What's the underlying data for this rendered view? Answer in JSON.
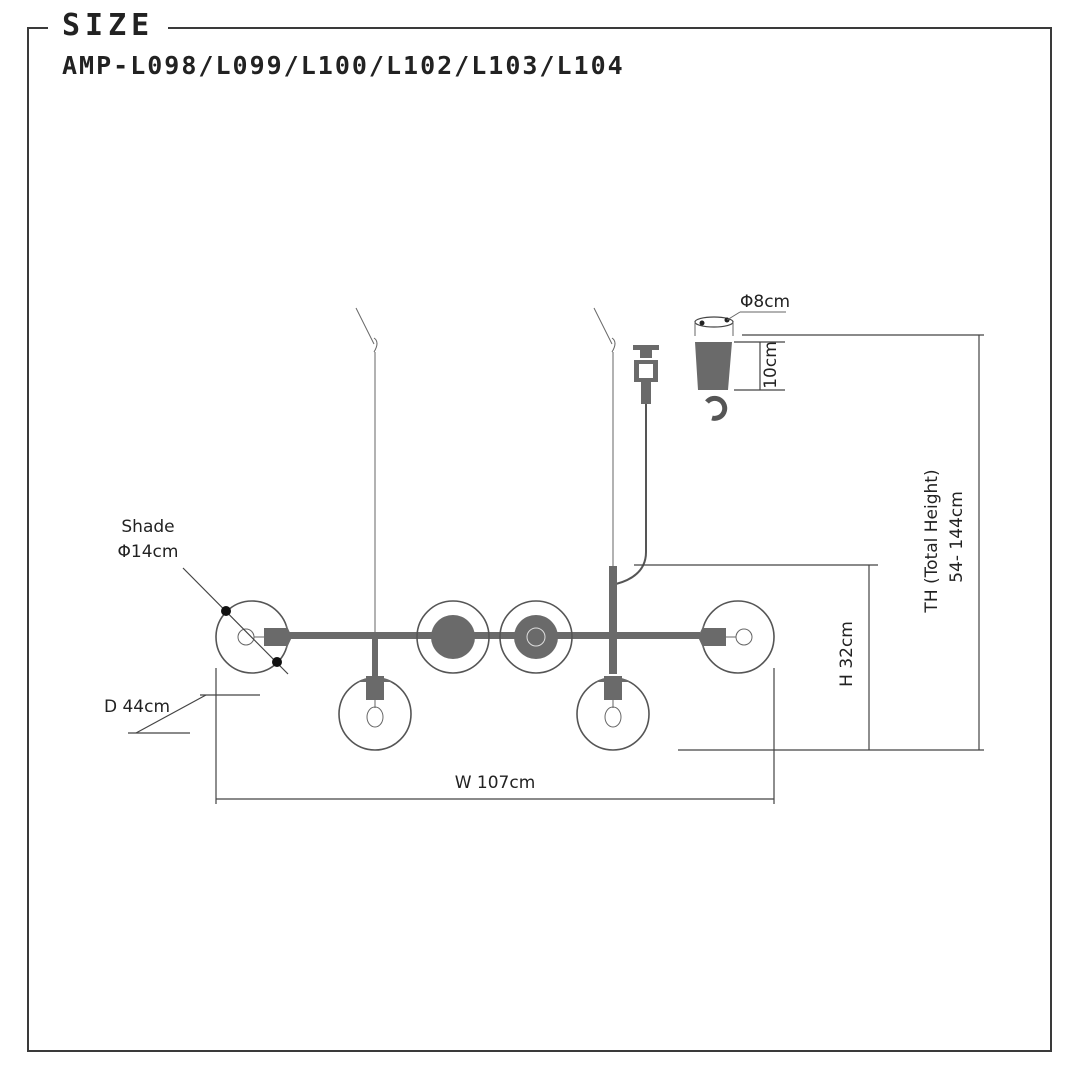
{
  "header": {
    "section_title": "SIZE",
    "model_numbers": "AMP-L098/L099/L100/L102/L103/L104"
  },
  "dimensions": {
    "shade_label": "Shade",
    "shade_value": "Φ14cm",
    "depth": "D 44cm",
    "width": "W 107cm",
    "height": "H 32cm",
    "total_height_label": "TH (Total Height)",
    "total_height_value": "54- 144cm",
    "canopy_diameter": "Φ8cm",
    "canopy_height": "10cm"
  },
  "colors": {
    "line": "#444444",
    "metal": "#6a6a6a",
    "frame": "#3a3a3a"
  }
}
